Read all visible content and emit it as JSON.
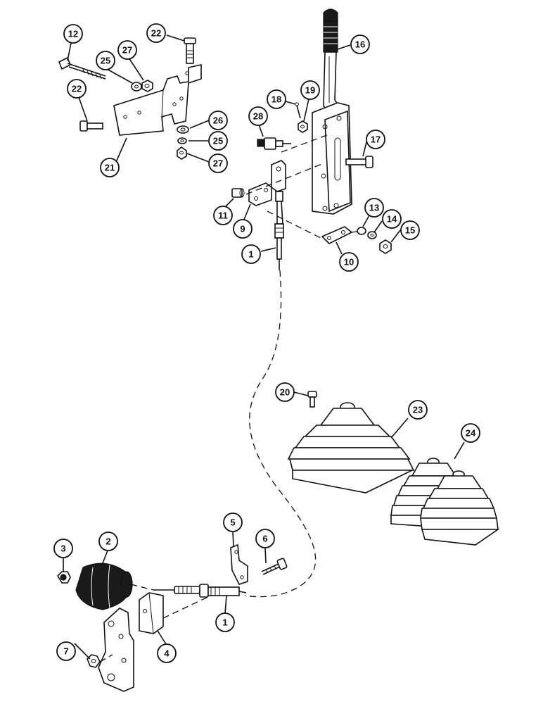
{
  "diagram": {
    "type": "exploded parts diagram",
    "callouts": [
      "1",
      "1",
      "2",
      "3",
      "4",
      "5",
      "6",
      "7",
      "9",
      "10",
      "11",
      "12",
      "13",
      "14",
      "15",
      "16",
      "17",
      "18",
      "19",
      "20",
      "21",
      "22",
      "22",
      "23",
      "24",
      "25",
      "25",
      "26",
      "27",
      "27",
      "28"
    ]
  },
  "labels": {
    "c12": "12",
    "c22a": "22",
    "c25a": "25",
    "c27a": "27",
    "c22b": "22",
    "c21": "21",
    "c26": "26",
    "c25b": "25",
    "c27b": "27",
    "c18": "18",
    "c19": "19",
    "c16": "16",
    "c28": "28",
    "c17": "17",
    "c11": "11",
    "c9": "9",
    "c13": "13",
    "c14": "14",
    "c15": "15",
    "c10": "10",
    "c1a": "1",
    "c20": "20",
    "c23": "23",
    "c24": "24",
    "c5": "5",
    "c6": "6",
    "c3": "3",
    "c2": "2",
    "c1b": "1",
    "c7": "7",
    "c4": "4"
  }
}
